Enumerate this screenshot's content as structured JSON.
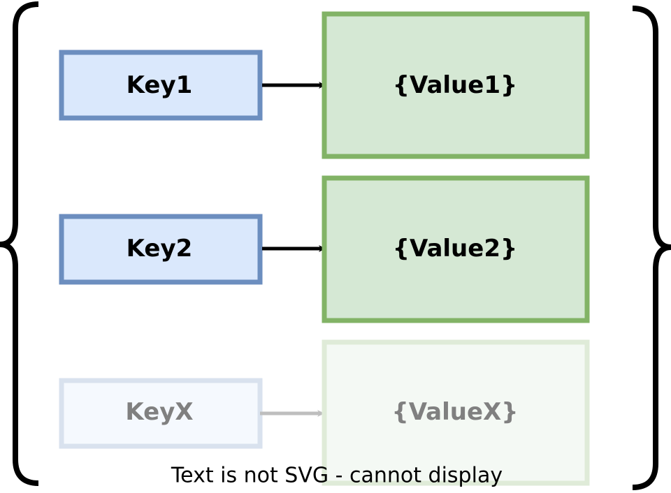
{
  "diagram": {
    "rows": [
      {
        "key_label": "Key1",
        "value_label": "{Value1}",
        "faded": false
      },
      {
        "key_label": "Key2",
        "value_label": "{Value2}",
        "faded": false
      },
      {
        "key_label": "KeyX",
        "value_label": "{ValueX}",
        "faded": true
      }
    ],
    "footer_text": "Text is not SVG - cannot display"
  },
  "colors": {
    "key_fill": "#dae8fc",
    "key_stroke": "#6c8ebf",
    "value_fill": "#d5e8d4",
    "value_stroke": "#82b366",
    "arrow": "#000000",
    "brace": "#000000",
    "faded_text": "#808080"
  }
}
